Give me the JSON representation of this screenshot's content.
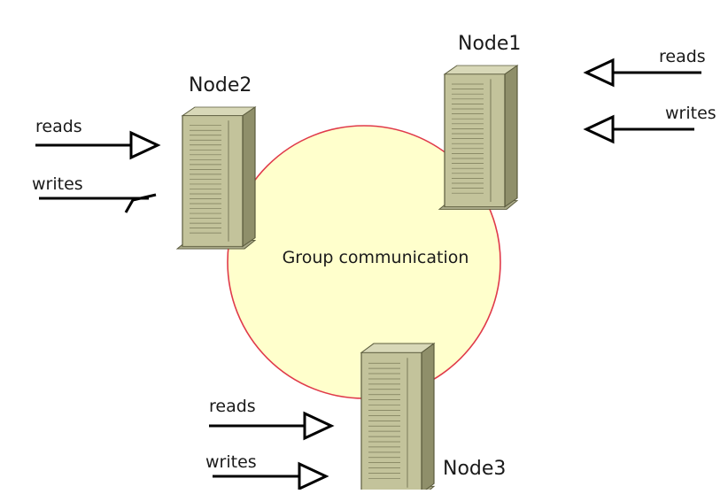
{
  "diagram": {
    "center_label": "Group communication",
    "nodes": [
      {
        "label": "Node1",
        "reads_label": "reads",
        "writes_label": "writes"
      },
      {
        "label": "Node2",
        "reads_label": "reads",
        "writes_label": "writes"
      },
      {
        "label": "Node3",
        "reads_label": "reads",
        "writes_label": "writes"
      }
    ],
    "colors": {
      "circle_fill": "#ffffcc",
      "circle_stroke": "#e03a4a",
      "server_front": "#c3c39b",
      "server_side": "#8f8f6a",
      "server_top": "#d8d8b8",
      "server_base": "#a9a988"
    }
  }
}
